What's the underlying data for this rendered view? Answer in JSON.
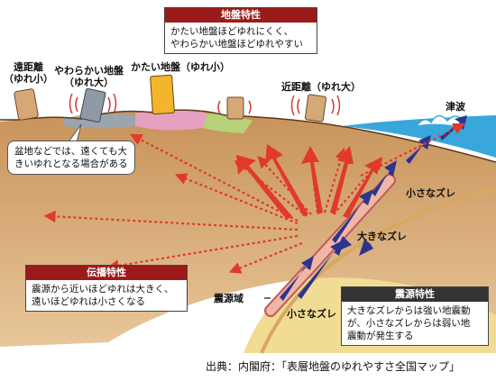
{
  "ground_properties": {
    "title": "地盤特性",
    "text": [
      "かたい地盤ほどゆれにくく、",
      "やわらかい地盤ほどゆれやすい"
    ]
  },
  "labels": {
    "far": [
      "遠距離",
      "（ゆれ小）"
    ],
    "soft_ground": [
      "やわらかい地盤",
      "（ゆれ大）"
    ],
    "hard_ground": "かたい地盤（ゆれ小）",
    "near": "近距離（ゆれ大）",
    "tsunami": "津波",
    "small_slip_top": "小さなズレ",
    "large_slip": "大きなズレ",
    "source_area": "震源域",
    "small_slip_bottom": "小さなズレ"
  },
  "basin_note": [
    "盆地などでは、遠くても大",
    "きいゆれとなる場合がある"
  ],
  "propagation": {
    "title": "伝播特性",
    "text": [
      "震源から近いほどゆれは大きく、",
      "遠いほどゆれは小さくなる"
    ]
  },
  "source_props": {
    "title": "震源特性",
    "text": [
      "大きなズレからは強い地震動",
      "が、小さなズレからは弱い地",
      "震動が発生する"
    ]
  },
  "source_credit": "出典：内閣府：「表層地盤のゆれやすさ全国マップ」",
  "colors": {
    "box_header": "#9b1b1b",
    "box_header_dark": "#333333",
    "arrow_red": "#e03a2a",
    "arrow_blue": "#2a3590",
    "sea": "#3aa7dc",
    "crust": "#c28a52",
    "mantle": "#f1dc93"
  }
}
